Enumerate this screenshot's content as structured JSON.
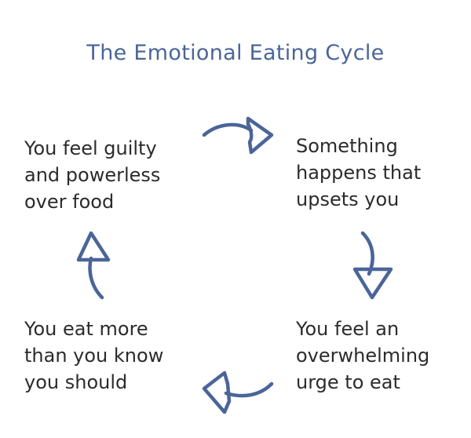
{
  "title": "The Emotional Eating Cycle",
  "accent_color": "#4a6598",
  "steps": [
    {
      "lines": [
        "Something",
        "happens that",
        "upsets you"
      ]
    },
    {
      "lines": [
        "You feel an",
        "overwhelming",
        "urge to eat"
      ]
    },
    {
      "lines": [
        "You eat more",
        "than you know",
        "you should"
      ]
    },
    {
      "lines": [
        "You feel guilty",
        "and powerless",
        "over food"
      ]
    }
  ],
  "arrows": [
    {
      "icon": "curved-arrow-right-icon"
    },
    {
      "icon": "curved-arrow-down-icon"
    },
    {
      "icon": "curved-arrow-left-icon"
    },
    {
      "icon": "curved-arrow-up-icon"
    }
  ]
}
